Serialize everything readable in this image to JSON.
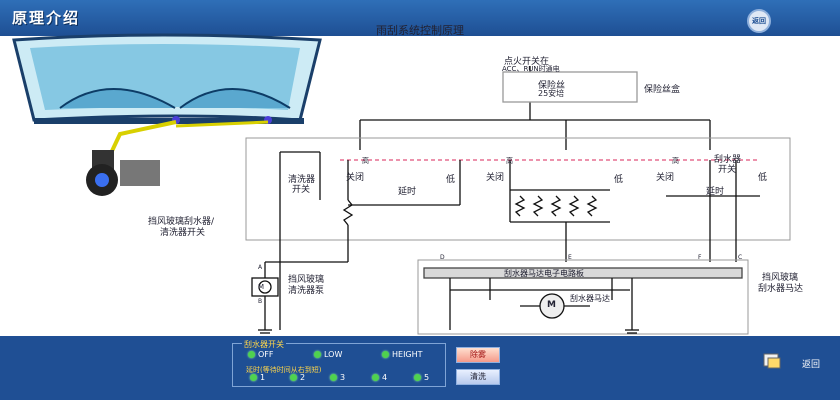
{
  "app": {
    "title": "原理介绍"
  },
  "header": {
    "back_label": "返回"
  },
  "diagram": {
    "title": "雨刮系统控制原理",
    "ignition_switch": "点火开关在",
    "ignition_mode": "ACC、RUN时通电",
    "fuse": "保险丝",
    "fuse_rating": "25安培",
    "fuse_box": "保险丝盒",
    "washer_switch": "清洗器",
    "washer_switch_2": "开关",
    "wiper_switch": "刮水器",
    "wiper_switch_2": "开关",
    "off": "关闭",
    "low": "低",
    "high": "高",
    "delay": "延时",
    "switch_assembly_1": "挡风玻璃刮水器/",
    "switch_assembly_2": "清洗器开关",
    "pump_1": "挡风玻璃",
    "pump_2": "清洗器泵",
    "module": "刮水器马达电子电路板",
    "motor_label": "刮水器马达",
    "motor_symbol": "M",
    "motor_assembly_1": "挡风玻璃",
    "motor_assembly_2": "刮水器马达",
    "pin_a": "A",
    "pin_b": "B",
    "pin_c": "C",
    "pin_d": "D",
    "pin_e": "E",
    "pin_f": "F"
  },
  "controls": {
    "wiper_switch_title": "刮水器开关",
    "speed_options": [
      "OFF",
      "LOW",
      "HEIGHT"
    ],
    "delay_label": "延时(等待时间从右到短)",
    "delay_options": [
      "1",
      "2",
      "3",
      "4",
      "5"
    ],
    "wipe_button": "除雾",
    "wash_button": "清洗"
  },
  "footer": {
    "exit_label": "返回"
  },
  "colors": {
    "titlebar": "#1e4f93",
    "led": "#4fd24f",
    "wire": "#111111",
    "ground_dash": "#e0507a"
  }
}
